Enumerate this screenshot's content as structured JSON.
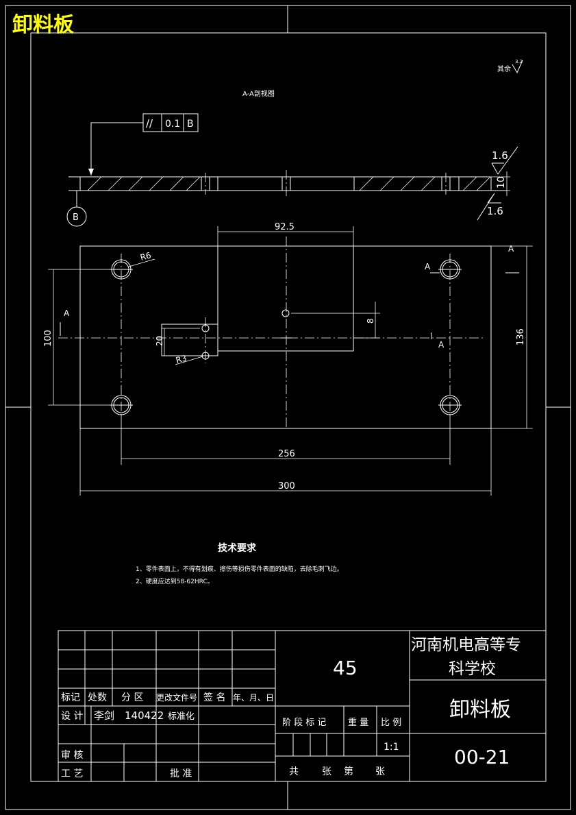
{
  "header": {
    "title": "卸料板",
    "title_color": "#ffff00"
  },
  "section_view": {
    "label": "A-A剖视图"
  },
  "surface_finish": {
    "other_label": "其余",
    "other_value": "3.2",
    "top_value": "1.6",
    "bottom_value": "1.6"
  },
  "tolerance_frame": {
    "symbol": "//",
    "value": "0.1",
    "datum": "B"
  },
  "datum": {
    "label": "B"
  },
  "dimensions": {
    "thickness": "10",
    "width_inner": "92.5",
    "hole_radius_large": "R6",
    "hole_radius_small": "R3",
    "offset_8": "8",
    "spacing_20": "20",
    "height_100": "100",
    "height_136": "136",
    "span_256": "256",
    "length_300": "300"
  },
  "section_marks": {
    "a1": "A",
    "a2": "A",
    "a3": "A",
    "a4": "A"
  },
  "tech_requirements": {
    "title": "技术要求",
    "items": [
      "1、零件表面上，不得有划痕、擦伤等损伤零件表面的缺陷，去除毛刺飞边。",
      "2、硬度应达到58-62HRC。"
    ]
  },
  "title_block": {
    "material": "45",
    "school_line1": "河南机电高等专",
    "school_line2": "科学校",
    "part_name": "卸料板",
    "drawing_no": "00-21",
    "scale": "1:1",
    "headers": [
      "标记",
      "处数",
      "分 区",
      "更改文件号",
      "签 名",
      "年、月、日"
    ],
    "design_label": "设 计",
    "designer": "李剑",
    "date": "140422",
    "standardize": "标准化",
    "review": "审 核",
    "process": "工 艺",
    "approve": "批 准",
    "stage_mark": "阶 段 标 记",
    "weight": "重 量",
    "ratio": "比 例",
    "sheets": "共",
    "sheet_word": "张",
    "sheet_no": "第",
    "sheet_word2": "张"
  }
}
